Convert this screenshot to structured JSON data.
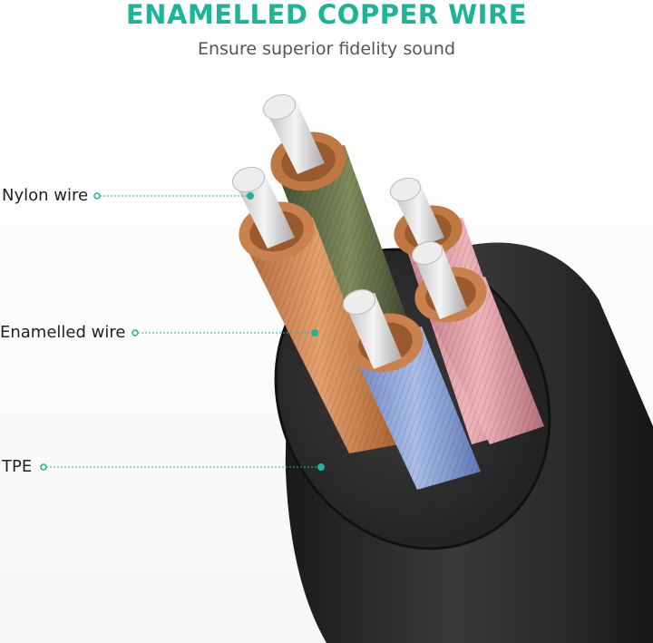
{
  "header": {
    "title": "ENAMELLED COPPER WIRE",
    "subtitle": "Ensure superior fidelity sound"
  },
  "callouts": [
    {
      "label": "Nylon wire"
    },
    {
      "label": "Enamelled wire"
    },
    {
      "label": "TPE"
    }
  ],
  "colors": {
    "accent": "#1fb496",
    "jacket": "#2b2b2b",
    "copper": "#c9824f",
    "blue_wire": "#8aa3d6",
    "pink_wire": "#d99aa0",
    "green_wire": "#5f6b4a",
    "nylon": "#e3e3e3"
  }
}
